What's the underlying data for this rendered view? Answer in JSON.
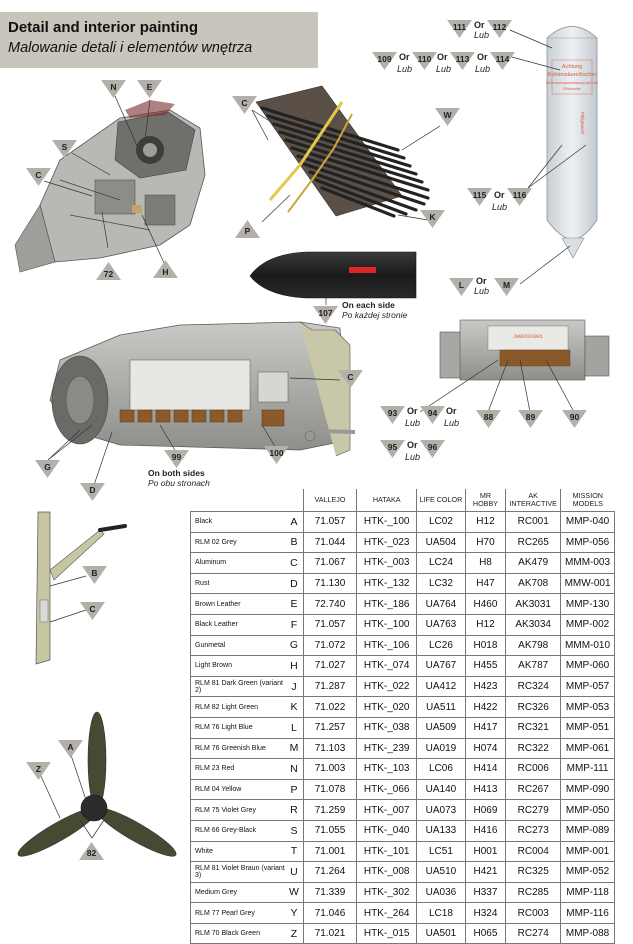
{
  "header": {
    "title": "Detail and interior painting",
    "subtitle": "Malowanie detali i elementów wnętrza"
  },
  "or_word": "Or",
  "lub_word": "Lub",
  "captions": {
    "each_side": "On each side",
    "each_side_pl": "Po każdej stronie",
    "both_sides": "On both sides",
    "both_sides_pl": "Po obu stronach"
  },
  "canister": {
    "lines": [
      "Achtung",
      "Kohlensäurelöscher",
      "Gebrauchsanweisung auf der",
      "Rückseite",
      "Füllgewicht"
    ]
  },
  "engine_stamp": "JH06563001",
  "markers": {
    "fuselage": [
      "N",
      "E",
      "S",
      "C",
      "72",
      "H"
    ],
    "ammo": [
      "C",
      "W",
      "P",
      "K"
    ],
    "bomb": "107",
    "canister": [
      "111",
      "112",
      "109",
      "110",
      "113",
      "114",
      "115",
      "116",
      "L",
      "M"
    ],
    "engine_left": [
      "C",
      "G",
      "99",
      "100",
      "D"
    ],
    "engine_right": [
      "93",
      "94",
      "95",
      "96",
      "88",
      "89",
      "90"
    ],
    "strut": [
      "B",
      "C"
    ],
    "prop": [
      "A",
      "Z",
      "82"
    ]
  },
  "table": {
    "headers": [
      "",
      "VALLEJO",
      "HATAKA",
      "LIFE COLOR",
      "MR HOBBY",
      "AK INTERACTIVE",
      "MISSION MODELS"
    ],
    "rows": [
      {
        "name": "Black",
        "code": "A",
        "vallejo": "71.057",
        "hataka": "HTK-_100",
        "life": "LC02",
        "mrhobby": "H12",
        "ak": "RC001",
        "mission": "MMP-040"
      },
      {
        "name": "RLM 02 Grey",
        "code": "B",
        "vallejo": "71.044",
        "hataka": "HTK-_023",
        "life": "UA504",
        "mrhobby": "H70",
        "ak": "RC265",
        "mission": "MMP-056"
      },
      {
        "name": "Aluminum",
        "code": "C",
        "vallejo": "71.067",
        "hataka": "HTK-_003",
        "life": "LC24",
        "mrhobby": "H8",
        "ak": "AK479",
        "mission": "MMM-003"
      },
      {
        "name": "Rust",
        "code": "D",
        "vallejo": "71.130",
        "hataka": "HTK-_132",
        "life": "LC32",
        "mrhobby": "H47",
        "ak": "AK708",
        "mission": "MMW-001"
      },
      {
        "name": "Brown Leather",
        "code": "E",
        "vallejo": "72.740",
        "hataka": "HTK-_186",
        "life": "UA764",
        "mrhobby": "H460",
        "ak": "AK3031",
        "mission": "MMP-130"
      },
      {
        "name": "Black Leather",
        "code": "F",
        "vallejo": "71.057",
        "hataka": "HTK-_100",
        "life": "UA763",
        "mrhobby": "H12",
        "ak": "AK3034",
        "mission": "MMP-002"
      },
      {
        "name": "Gunmetal",
        "code": "G",
        "vallejo": "71.072",
        "hataka": "HTK-_106",
        "life": "LC26",
        "mrhobby": "H018",
        "ak": "AK798",
        "mission": "MMM-010"
      },
      {
        "name": "Light Brown",
        "code": "H",
        "vallejo": "71.027",
        "hataka": "HTK-_074",
        "life": "UA767",
        "mrhobby": "H455",
        "ak": "AK787",
        "mission": "MMP-060"
      },
      {
        "name": "RLM 81 Dark Green (variant 2)",
        "code": "J",
        "vallejo": "71.287",
        "hataka": "HTK-_022",
        "life": "UA412",
        "mrhobby": "H423",
        "ak": "RC324",
        "mission": "MMP-057"
      },
      {
        "name": "RLM 82 Light Green",
        "code": "K",
        "vallejo": "71.022",
        "hataka": "HTK-_020",
        "life": "UA511",
        "mrhobby": "H422",
        "ak": "RC326",
        "mission": "MMP-053"
      },
      {
        "name": "RLM 76 Light Blue",
        "code": "L",
        "vallejo": "71.257",
        "hataka": "HTK-_038",
        "life": "UA509",
        "mrhobby": "H417",
        "ak": "RC321",
        "mission": "MMP-051"
      },
      {
        "name": "RLM 76 Greenish Blue",
        "code": "M",
        "vallejo": "71.103",
        "hataka": "HTK-_239",
        "life": "UA019",
        "mrhobby": "H074",
        "ak": "RC322",
        "mission": "MMP-061"
      },
      {
        "name": "RLM 23 Red",
        "code": "N",
        "vallejo": "71.003",
        "hataka": "HTK-_103",
        "life": "LC06",
        "mrhobby": "H414",
        "ak": "RC006",
        "mission": "MMP-111"
      },
      {
        "name": "RLM 04 Yellow",
        "code": "P",
        "vallejo": "71.078",
        "hataka": "HTK-_066",
        "life": "UA140",
        "mrhobby": "H413",
        "ak": "RC267",
        "mission": "MMP-090"
      },
      {
        "name": "RLM 75 Violet Grey",
        "code": "R",
        "vallejo": "71.259",
        "hataka": "HTK-_007",
        "life": "UA073",
        "mrhobby": "H069",
        "ak": "RC279",
        "mission": "MMP-050"
      },
      {
        "name": "RLM 66 Grey-Black",
        "code": "S",
        "vallejo": "71.055",
        "hataka": "HTK-_040",
        "life": "UA133",
        "mrhobby": "H416",
        "ak": "RC273",
        "mission": "MMP-089"
      },
      {
        "name": "White",
        "code": "T",
        "vallejo": "71.001",
        "hataka": "HTK-_101",
        "life": "LC51",
        "mrhobby": "H001",
        "ak": "RC004",
        "mission": "MMP-001"
      },
      {
        "name": "RLM 81 Violet Braun (variant 3)",
        "code": "U",
        "vallejo": "71.264",
        "hataka": "HTK-_008",
        "life": "UA510",
        "mrhobby": "H421",
        "ak": "RC325",
        "mission": "MMP-052"
      },
      {
        "name": "Medium Grey",
        "code": "W",
        "vallejo": "71.339",
        "hataka": "HTK-_302",
        "life": "UA036",
        "mrhobby": "H337",
        "ak": "RC285",
        "mission": "MMP-118"
      },
      {
        "name": "RLM 77 Pearl Grey",
        "code": "Y",
        "vallejo": "71.046",
        "hataka": "HTK-_264",
        "life": "LC18",
        "mrhobby": "H324",
        "ak": "RC003",
        "mission": "MMP-116"
      },
      {
        "name": "RLM 70 Black Green",
        "code": "Z",
        "vallejo": "71.021",
        "hataka": "HTK-_015",
        "life": "UA501",
        "mrhobby": "H065",
        "ak": "RC274",
        "mission": "MMP-088"
      }
    ]
  },
  "colors": {
    "marker": "#b3b0a9",
    "header_bg": "#c9c5bd",
    "engine_grey": "#9a9a96",
    "brown": "#8a5a2b",
    "ammo_yellow": "#e3c84a",
    "canister": "#dde2e6",
    "stripe_red": "#e0262a"
  }
}
